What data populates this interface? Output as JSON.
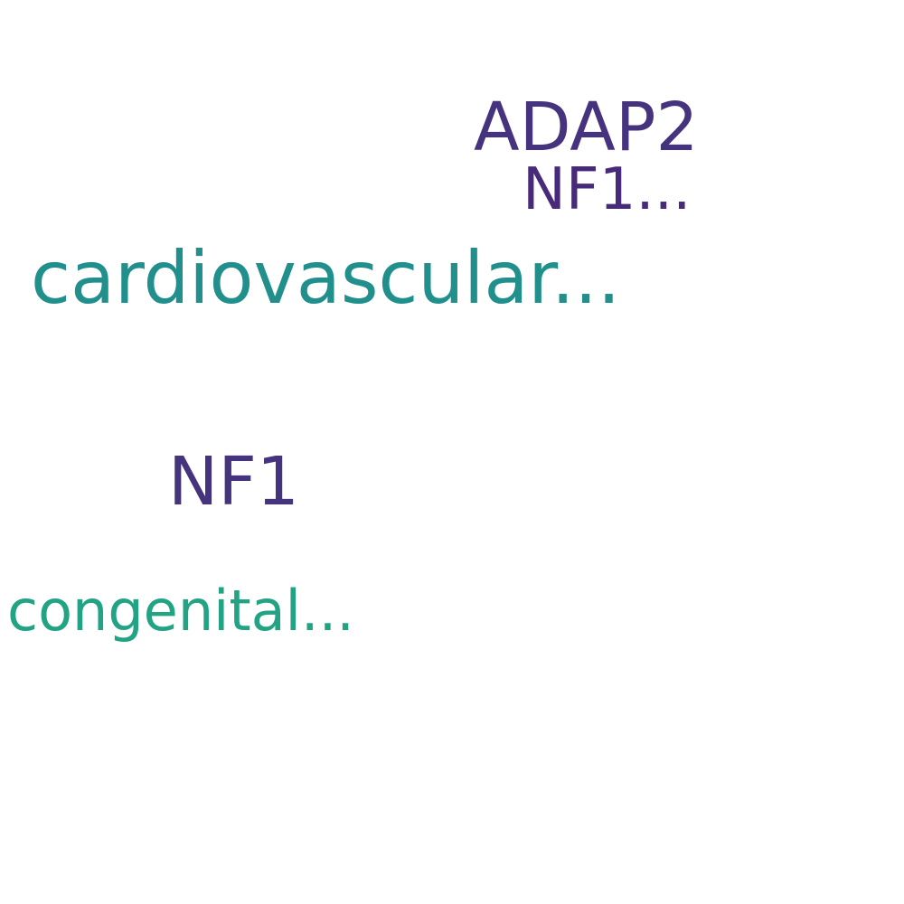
{
  "words": [
    {
      "id": "adap2",
      "text": "ADAP2",
      "color": "#46337e"
    },
    {
      "id": "nf1_ellipsis",
      "text": "NF1...",
      "color": "#472a7a"
    },
    {
      "id": "cardiovascular",
      "text": "cardiovascular...",
      "color": "#21908d"
    },
    {
      "id": "nf1",
      "text": "NF1",
      "color": "#46337e"
    },
    {
      "id": "congenital",
      "text": "congenital...",
      "color": "#22a384"
    }
  ]
}
